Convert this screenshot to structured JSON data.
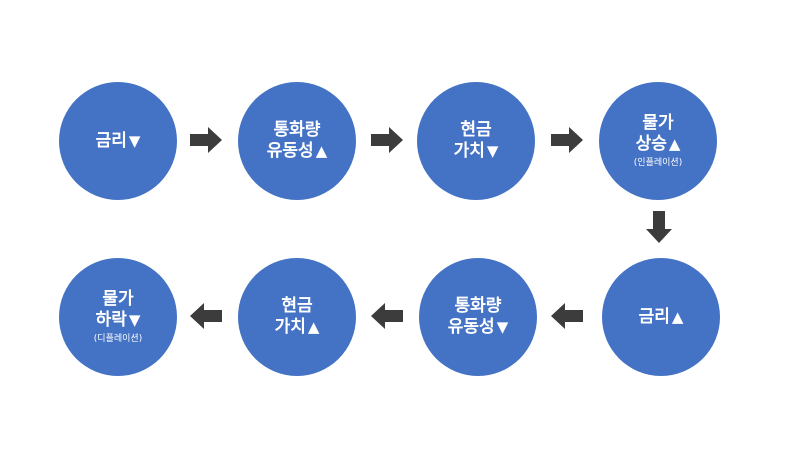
{
  "nodes": [
    {
      "id": "n1",
      "lines": [
        "금리"
      ],
      "indicator": "▼",
      "sub": ""
    },
    {
      "id": "n2",
      "lines": [
        "통화량",
        "유동성"
      ],
      "indicator": "▲",
      "sub": ""
    },
    {
      "id": "n3",
      "lines": [
        "현금",
        "가치"
      ],
      "indicator": "▼",
      "sub": ""
    },
    {
      "id": "n4",
      "lines": [
        "물가",
        "상승"
      ],
      "indicator": "▲",
      "sub": "(인플레이션)"
    },
    {
      "id": "n5",
      "lines": [
        "금리"
      ],
      "indicator": "▲",
      "sub": ""
    },
    {
      "id": "n6",
      "lines": [
        "통화량",
        "유동성"
      ],
      "indicator": "▼",
      "sub": ""
    },
    {
      "id": "n7",
      "lines": [
        "현금",
        "가치"
      ],
      "indicator": "▲",
      "sub": ""
    },
    {
      "id": "n8",
      "lines": [
        "물가",
        "하락"
      ],
      "indicator": "▼",
      "sub": "(디플레이션)"
    }
  ],
  "colors": {
    "node_fill": "#4472c4",
    "arrow_fill": "#3c3c3c",
    "text": "#ffffff"
  }
}
